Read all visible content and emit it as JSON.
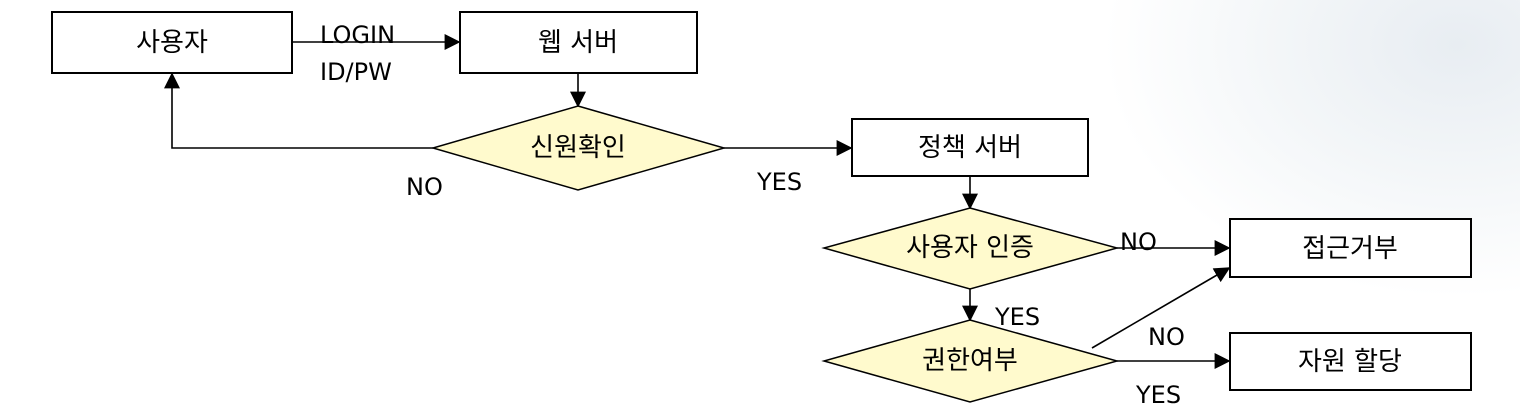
{
  "nodes": {
    "user": "사용자",
    "web_server": "웹 서버",
    "identity_check": "신원확인",
    "policy_server": "정책 서버",
    "user_auth": "사용자 인증",
    "authority_check": "권한여부",
    "access_denied": "접근거부",
    "resource_alloc": "자원 할당"
  },
  "edge_labels": {
    "login": "LOGIN",
    "id_pw": "ID/PW",
    "identity_no": "NO",
    "identity_yes": "YES",
    "auth_no": "NO",
    "auth_yes": "YES",
    "authority_no": "NO",
    "authority_yes": "YES"
  },
  "colors": {
    "diamond_fill": "#fffacd",
    "stroke": "#000000"
  }
}
